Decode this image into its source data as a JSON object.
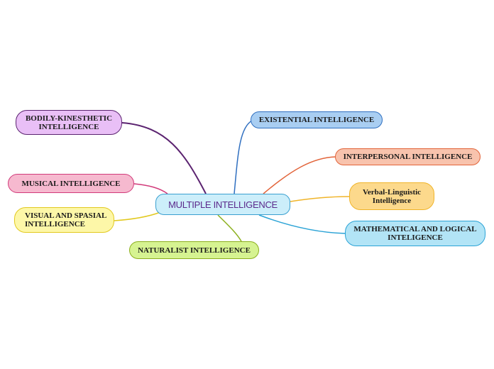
{
  "central": {
    "label": "MULTIPLE INTELLIGENCE",
    "fill": "#cceefa",
    "border": "#3aa0d0",
    "text_color": "#5b2a8c"
  },
  "topics": [
    {
      "id": "bodily",
      "label": "BODILY-KINESTHETIC\nINTELLIGENCE",
      "fill": "#e9bff6",
      "border": "#5b2370",
      "line": "#5b2370"
    },
    {
      "id": "musical",
      "label": "MUSICAL INTELLIGENCE",
      "fill": "#f6b9cf",
      "border": "#d13a7a",
      "line": "#d13a7a"
    },
    {
      "id": "visual",
      "label": "VISUAL AND SPASIAL\nINTELLIGENCE",
      "fill": "#fdf7a8",
      "border": "#e2c91f",
      "line": "#e2c91f"
    },
    {
      "id": "naturalist",
      "label": "NATURALIST INTELLIGENCE",
      "fill": "#d6f391",
      "border": "#8cb01d",
      "line": "#8cb01d"
    },
    {
      "id": "existential",
      "label": "EXISTENTIAL INTELLIGENCE",
      "fill": "#a9cef2",
      "border": "#2f6fc0",
      "line": "#2f6fc0"
    },
    {
      "id": "interpersonal",
      "label": "INTERPERSONAL INTELLIGENCE",
      "fill": "#f8c3ad",
      "border": "#e2643a",
      "line": "#e2643a"
    },
    {
      "id": "verbal",
      "label": "Verbal-Linguistic\nIntelligence",
      "fill": "#fcd98c",
      "border": "#f0b429",
      "line": "#f0b429"
    },
    {
      "id": "math",
      "label": "MATHEMATICAL AND LOGICAL\nINTELIGENCE",
      "fill": "#b2e4f6",
      "border": "#2ba3d6",
      "line": "#2ba3d6"
    }
  ]
}
